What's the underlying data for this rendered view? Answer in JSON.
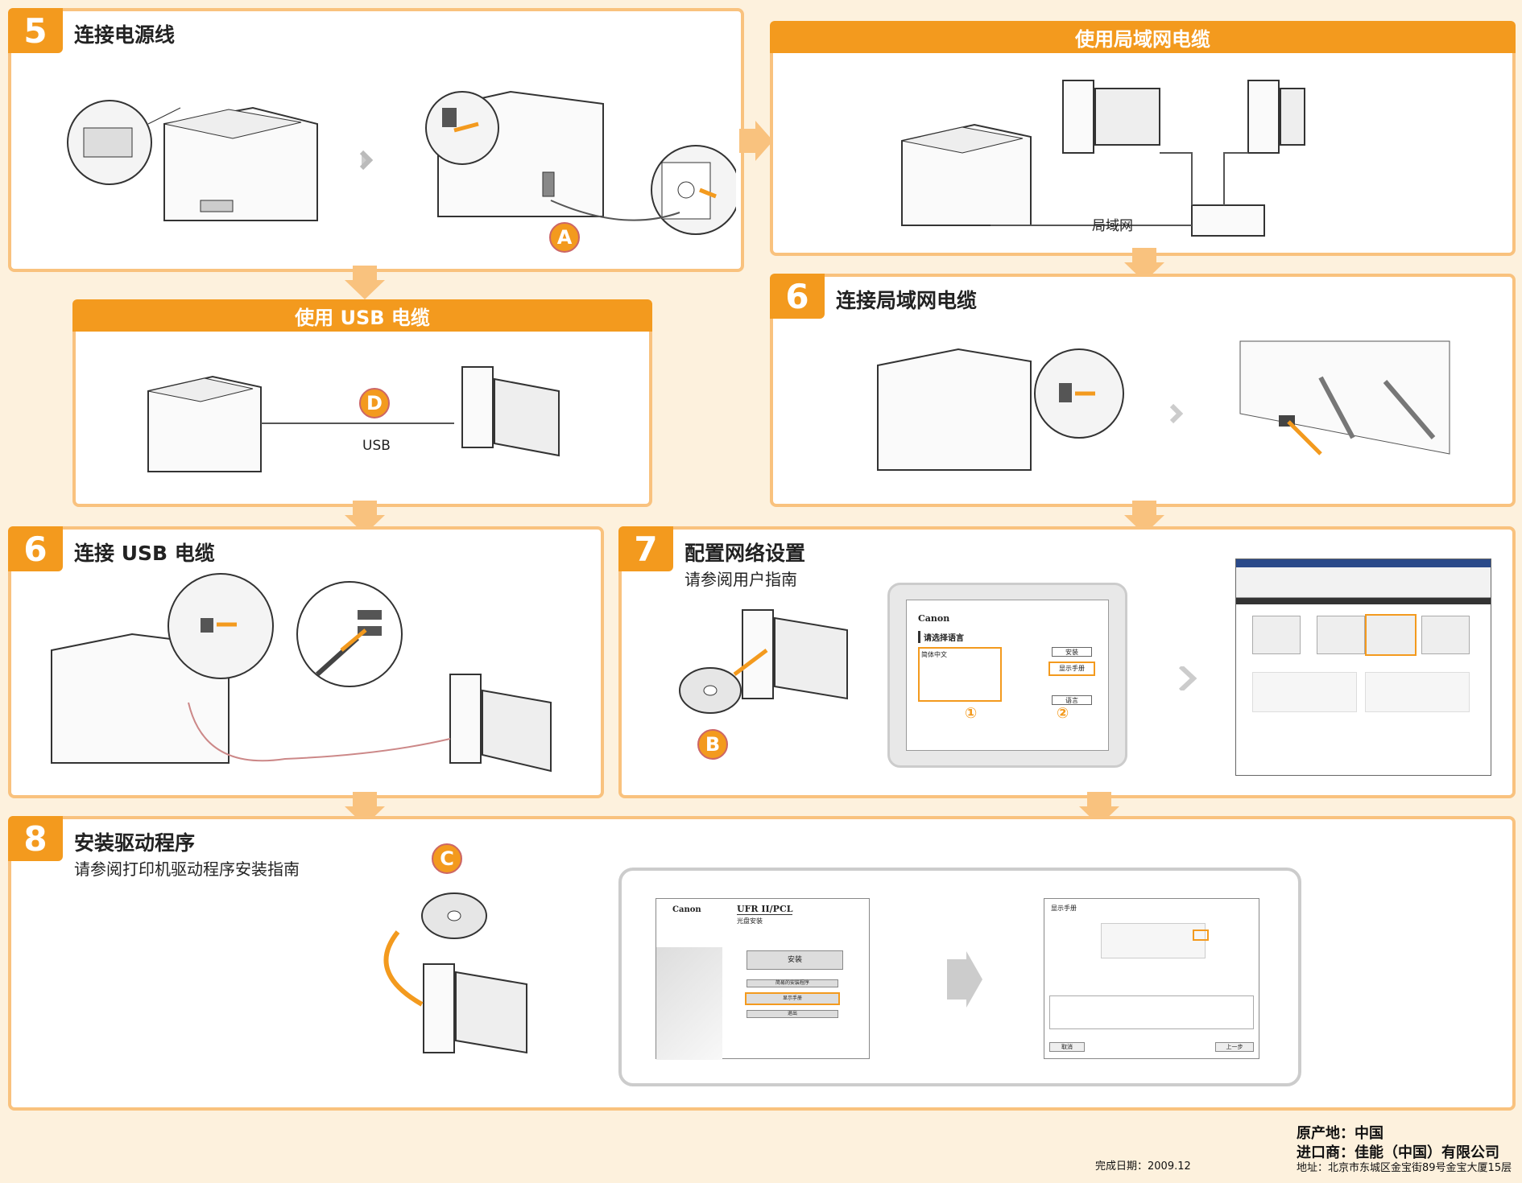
{
  "step5": {
    "num": "5",
    "title": "连接电源线",
    "callout": "A"
  },
  "lan_cable": {
    "banner": "使用局域网电缆",
    "label": "局域网"
  },
  "usb_cable": {
    "banner": "使用 USB 电缆",
    "label": "USB",
    "callout": "D"
  },
  "step6_lan": {
    "num": "6",
    "title": "连接局域网电缆"
  },
  "step6_usb": {
    "num": "6",
    "title": "连接 USB 电缆"
  },
  "step7": {
    "num": "7",
    "title": "配置网络设置",
    "subtitle": "请参阅用户指南",
    "callout": "B",
    "dialog": {
      "brand": "Canon",
      "heading": "请选择语言",
      "list_item": "简体中文",
      "btn_install": "安装",
      "btn_manual": "显示手册",
      "btn_lang": "语言",
      "mark1": "①",
      "mark2": "②"
    }
  },
  "step8": {
    "num": "8",
    "title": "安装驱动程序",
    "subtitle": "请参阅打印机驱动程序安装指南",
    "callout": "C",
    "installer": {
      "brand": "Canon",
      "product": "UFR II/PCL",
      "sub": "光盘安装",
      "btn_install": "安装",
      "btn_custom": "简易的安装程序",
      "btn_manual": "显示手册",
      "btn_exit": "退出"
    },
    "manual": {
      "title": "显示手册",
      "btn_cancel": "取消",
      "btn_next": "上一步"
    }
  },
  "footer": {
    "origin": "原产地：中国",
    "importer": "进口商：佳能（中国）有限公司",
    "address": "地址：北京市东城区金宝街89号金宝大厦15层",
    "date": "完成日期：2009.12"
  },
  "colors": {
    "accent": "#f39a1e",
    "border": "#f9c27e",
    "bg": "#fdf1dd"
  }
}
